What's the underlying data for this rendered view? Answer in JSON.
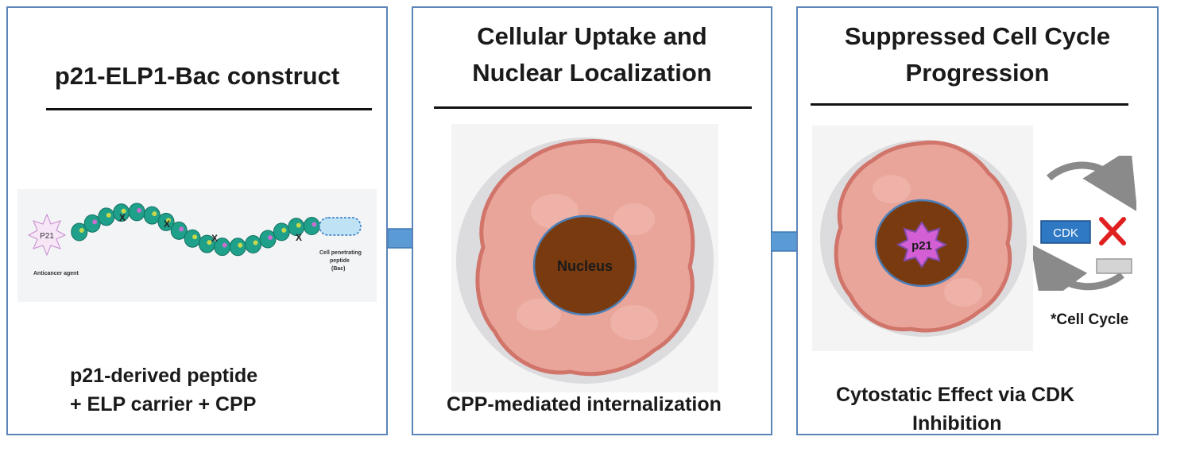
{
  "panels": [
    {
      "title": "p21-ELP1-Bac construct",
      "caption_lines": [
        "p21-derived peptide",
        "+ ELP carrier + CPP"
      ],
      "construct": {
        "p21_label": "P21",
        "anticancer_label": "Anticancer agent",
        "cpp_lines": [
          "Cell penetrating",
          "peptide",
          "(Bac)"
        ],
        "x_marks": [
          "X",
          "X",
          "X",
          "X"
        ]
      }
    },
    {
      "title_lines": [
        "Cellular Uptake and",
        "Nuclear Localization"
      ],
      "nucleus_label": "Nucleus",
      "caption": "CPP-mediated internalization"
    },
    {
      "title_lines": [
        "Suppressed Cell Cycle",
        "Progression"
      ],
      "p21_label": "p21",
      "cdk_label": "CDK",
      "cell_cycle_label": "*Cell Cycle",
      "caption_lines": [
        "Cytostatic Effect via CDK",
        "Inhibition"
      ]
    }
  ],
  "colors": {
    "border": "#5b84b8",
    "arrow": "#5b9bd5",
    "nucleus": "#7a3a10",
    "cell": "#e9a59a",
    "p21_star": "#d45fd4",
    "cdk_box": "#2f78c4",
    "x_mark": "#e02020"
  }
}
